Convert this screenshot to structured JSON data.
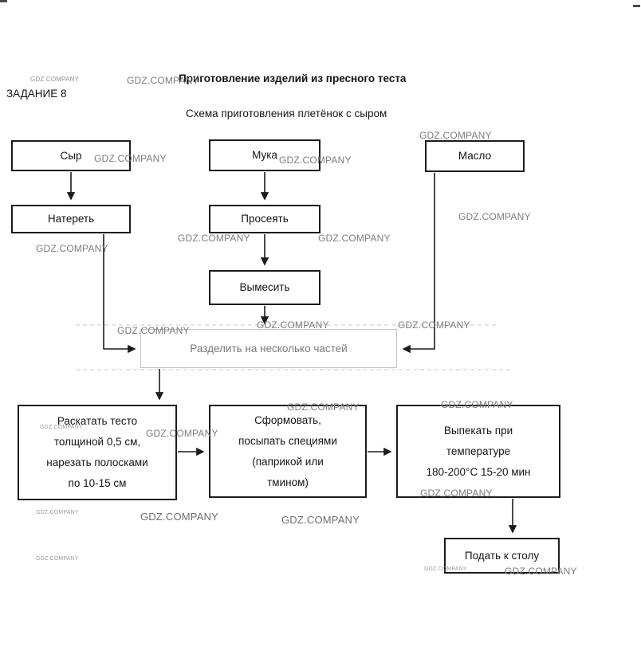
{
  "page": {
    "title": "Приготовление изделий из пресного теста",
    "task_label": "ЗАДАНИЕ 8",
    "subtitle": "Схема приготовления плетёнок с сыром"
  },
  "watermark": {
    "text": "GDZ.COMPANY"
  },
  "flowchart": {
    "nodes": {
      "cheese": {
        "label": "Сыр"
      },
      "flour": {
        "label": "Мука"
      },
      "butter": {
        "label": "Масло"
      },
      "grate": {
        "label": "Натереть"
      },
      "sift": {
        "label": "Просеять"
      },
      "knead": {
        "label": "Вымесить"
      },
      "divide": {
        "label": "Разделить на несколько частей"
      },
      "roll": {
        "label": "Раскатать тесто\nтолщиной 0,5 см,\nнарезать полосками\nпо 10-15 см"
      },
      "form": {
        "label": "Сформовать,\nпосыпать специями\n(паприкой или\nтмином)"
      },
      "bake": {
        "label": "Выпекать при\nтемпературе\n180-200°С 15-20 мин"
      },
      "serve": {
        "label": "Подать к столу"
      }
    }
  }
}
